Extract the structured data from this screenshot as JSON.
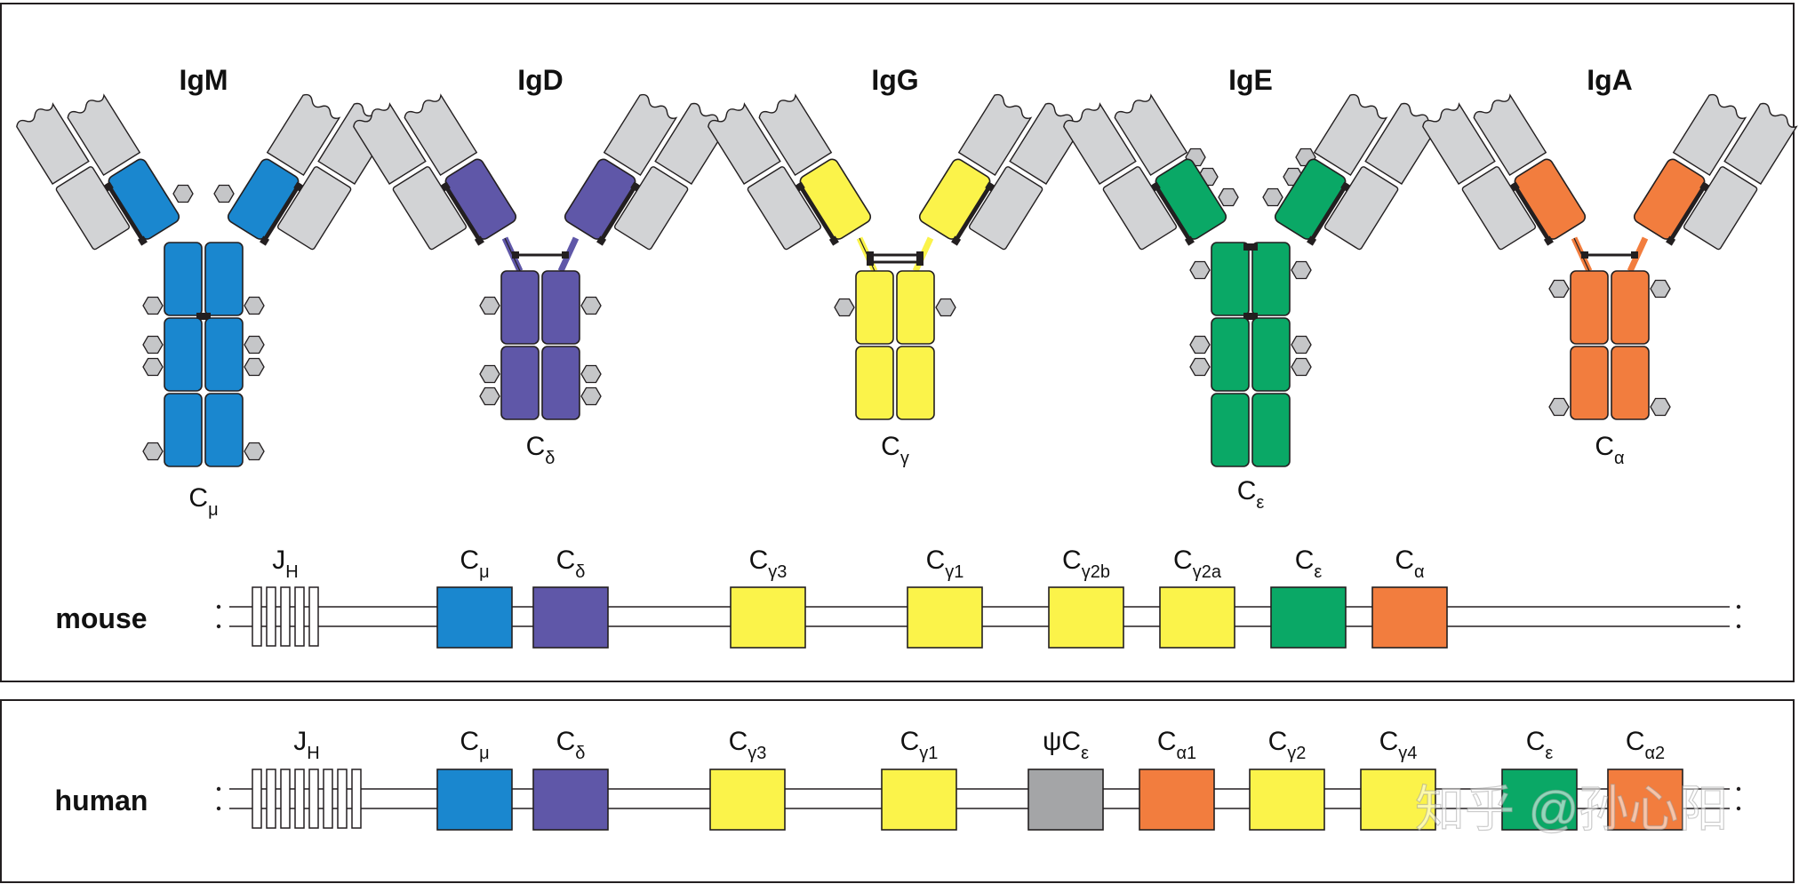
{
  "colors": {
    "mu": "#1a87cf",
    "delta": "#5f57a8",
    "gamma": "#fbf34a",
    "epsilon": "#0aa866",
    "alpha": "#f27d3e",
    "pseudo": "#a4a5a7",
    "light": "#d2d3d5",
    "carb": "#c5c6c8",
    "outline": "#231f20"
  },
  "antibodies": [
    {
      "name": "IgM",
      "color": "mu",
      "base": "C",
      "sub": "μ"
    },
    {
      "name": "IgD",
      "color": "delta",
      "base": "C",
      "sub": "δ"
    },
    {
      "name": "IgG",
      "color": "gamma",
      "base": "C",
      "sub": "γ"
    },
    {
      "name": "IgE",
      "color": "epsilon",
      "base": "C",
      "sub": "ε"
    },
    {
      "name": "IgA",
      "color": "alpha",
      "base": "C",
      "sub": "α"
    }
  ],
  "mouse": {
    "label": "mouse",
    "jh": {
      "base": "J",
      "sub": "H"
    },
    "segments": [
      {
        "base": "C",
        "sub": "μ",
        "color": "mu"
      },
      {
        "base": "C",
        "sub": "δ",
        "color": "delta"
      },
      {
        "base": "C",
        "sub": "γ3",
        "color": "gamma"
      },
      {
        "base": "C",
        "sub": "γ1",
        "color": "gamma"
      },
      {
        "base": "C",
        "sub": "γ2b",
        "color": "gamma"
      },
      {
        "base": "C",
        "sub": "γ2a",
        "color": "gamma"
      },
      {
        "base": "C",
        "sub": "ε",
        "color": "epsilon"
      },
      {
        "base": "C",
        "sub": "α",
        "color": "alpha"
      }
    ]
  },
  "human": {
    "label": "human",
    "jh": {
      "base": "J",
      "sub": "H"
    },
    "segments": [
      {
        "base": "C",
        "sub": "μ",
        "color": "mu"
      },
      {
        "base": "C",
        "sub": "δ",
        "color": "delta"
      },
      {
        "base": "C",
        "sub": "γ3",
        "color": "gamma"
      },
      {
        "base": "C",
        "sub": "γ1",
        "color": "gamma"
      },
      {
        "base": "ψC",
        "sub": "ε",
        "color": "pseudo"
      },
      {
        "base": "C",
        "sub": "α1",
        "color": "alpha"
      },
      {
        "base": "C",
        "sub": "γ2",
        "color": "gamma"
      },
      {
        "base": "C",
        "sub": "γ4",
        "color": "gamma"
      },
      {
        "base": "C",
        "sub": "ε",
        "color": "epsilon"
      },
      {
        "base": "C",
        "sub": "α2",
        "color": "alpha"
      }
    ]
  },
  "watermark": "知乎 @孙心阳"
}
